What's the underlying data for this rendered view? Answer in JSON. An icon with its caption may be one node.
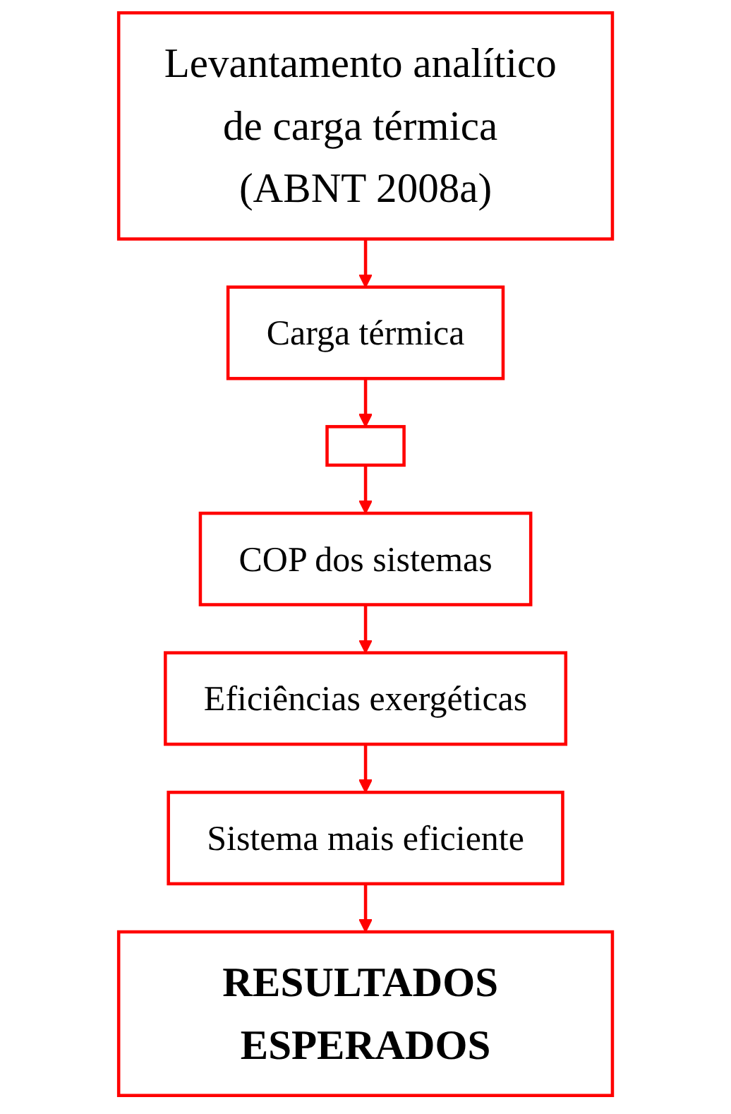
{
  "diagram": {
    "nodes": [
      {
        "text": [
          "Levantamento analítico de carga térmica (ABNT 2008a)"
        ]
      },
      {
        "text": [
          "Carga térmica"
        ]
      },
      {
        "text": [],
        "shape": "box"
      },
      {
        "text": [
          "COP dos sistemas"
        ]
      },
      {
        "text": [
          "Eficiências exergéticas"
        ]
      },
      {
        "text": [
          "Sistema mais eficiente"
        ]
      },
      {
        "text": [
          "RESULTADOS ESPERADOS"
        ]
      }
    ],
    "edges": [
      {
        "from": 0,
        "to": 1,
        "arrow": "to"
      },
      {
        "from": 1,
        "to": 2,
        "arrow": "to"
      },
      {
        "from": 2,
        "to": 3,
        "arrow": "to"
      },
      {
        "from": 3,
        "to": 4,
        "arrow": "to"
      },
      {
        "from": 4,
        "to": 5,
        "arrow": "to"
      },
      {
        "from": 5,
        "to": 6,
        "arrow": "to"
      }
    ]
  }
}
